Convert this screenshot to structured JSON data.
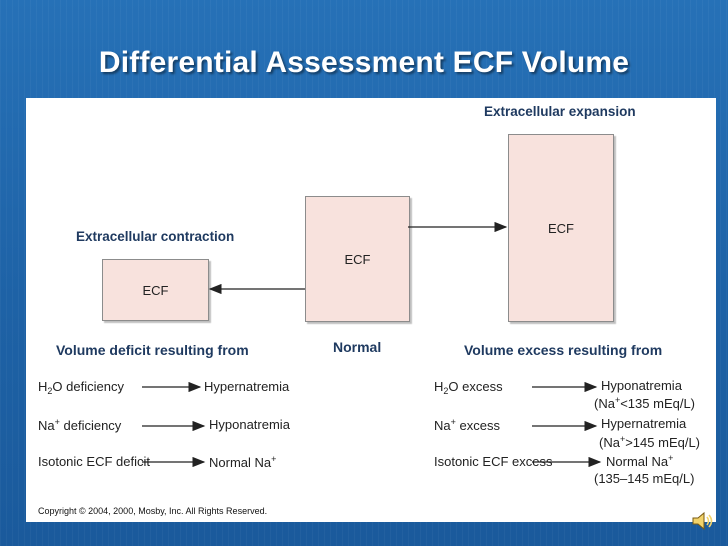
{
  "slide": {
    "title": "Differential Assessment ECF Volume"
  },
  "diagram": {
    "box_label": "ECF",
    "expansion_heading": "Extracellular expansion",
    "contraction_heading": "Extracellular contraction",
    "normal_label": "Normal",
    "deficit_heading": "Volume deficit resulting from",
    "excess_heading": "Volume excess resulting from",
    "deficit_causes": [
      {
        "cause_main": "H",
        "cause_sub": "2",
        "cause_rest": "O deficiency",
        "result": "Hypernatremia"
      },
      {
        "cause_main": "Na",
        "cause_sup": "+",
        "cause_rest": " deficiency",
        "result": "Hyponatremia"
      },
      {
        "cause_main": "Isotonic ECF deficit",
        "result_main": "Normal Na",
        "result_sup": "+"
      }
    ],
    "excess_causes": [
      {
        "cause_main": "H",
        "cause_sub": "2",
        "cause_rest": "O excess",
        "result": "Hyponatremia",
        "range_a": "(Na",
        "range_sup": "+",
        "range_b": "<135 mEq/L)"
      },
      {
        "cause_main": "Na",
        "cause_sup": "+",
        "cause_rest": " excess",
        "result": "Hypernatremia",
        "range_a": "(Na",
        "range_sup": "+",
        "range_b": ">145 mEq/L)"
      },
      {
        "cause_main": "Isotonic ECF excess",
        "result_main": "Normal Na",
        "result_sup": "+",
        "range_full": "(135–145 mEq/L)"
      }
    ],
    "copyright": "Copyright © 2004, 2000, Mosby, Inc. All Rights Reserved."
  },
  "icons": {
    "speaker": "speaker-icon"
  },
  "colors": {
    "background": "#1f63a8",
    "box_fill": "#f8e2dd",
    "heading": "#1f3a60"
  }
}
